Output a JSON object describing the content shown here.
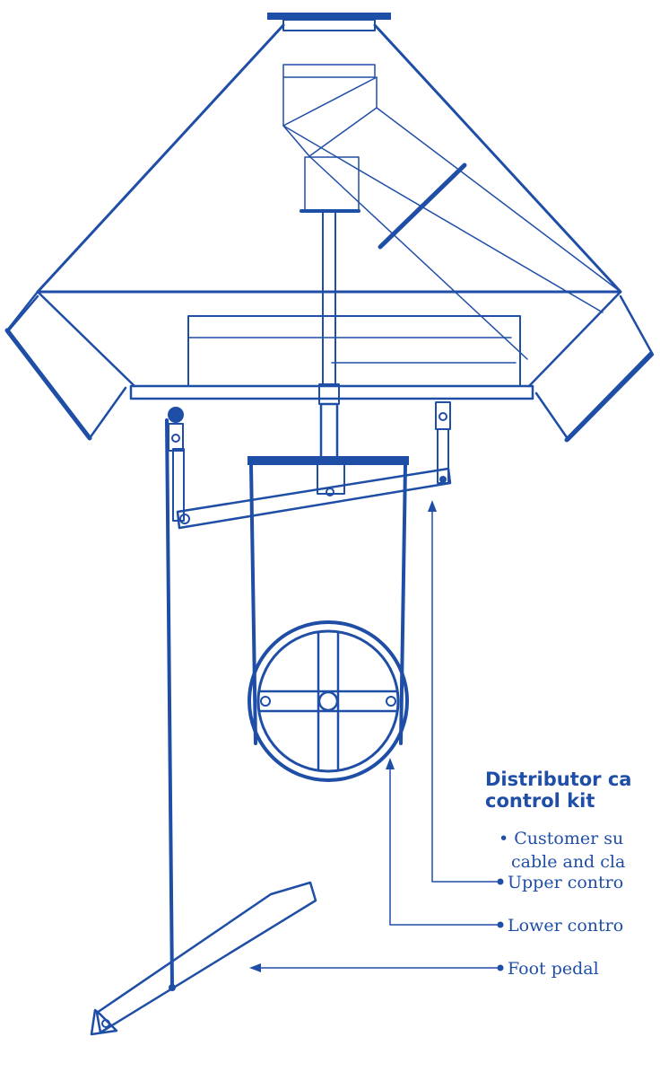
{
  "diagram": {
    "title_line1": "Distributor ca",
    "title_line2": "control kit",
    "callouts": [
      {
        "id": "cable-and-clamps",
        "line1": "• Customer su",
        "line2": "cable and cla"
      },
      {
        "id": "upper-control",
        "line1": "Upper contro"
      },
      {
        "id": "lower-control",
        "line1": "Lower contro"
      },
      {
        "id": "foot-pedal",
        "line1": "Foot pedal"
      }
    ],
    "colors": {
      "ink": "#1f4ea6",
      "background": "#ffffff"
    }
  }
}
